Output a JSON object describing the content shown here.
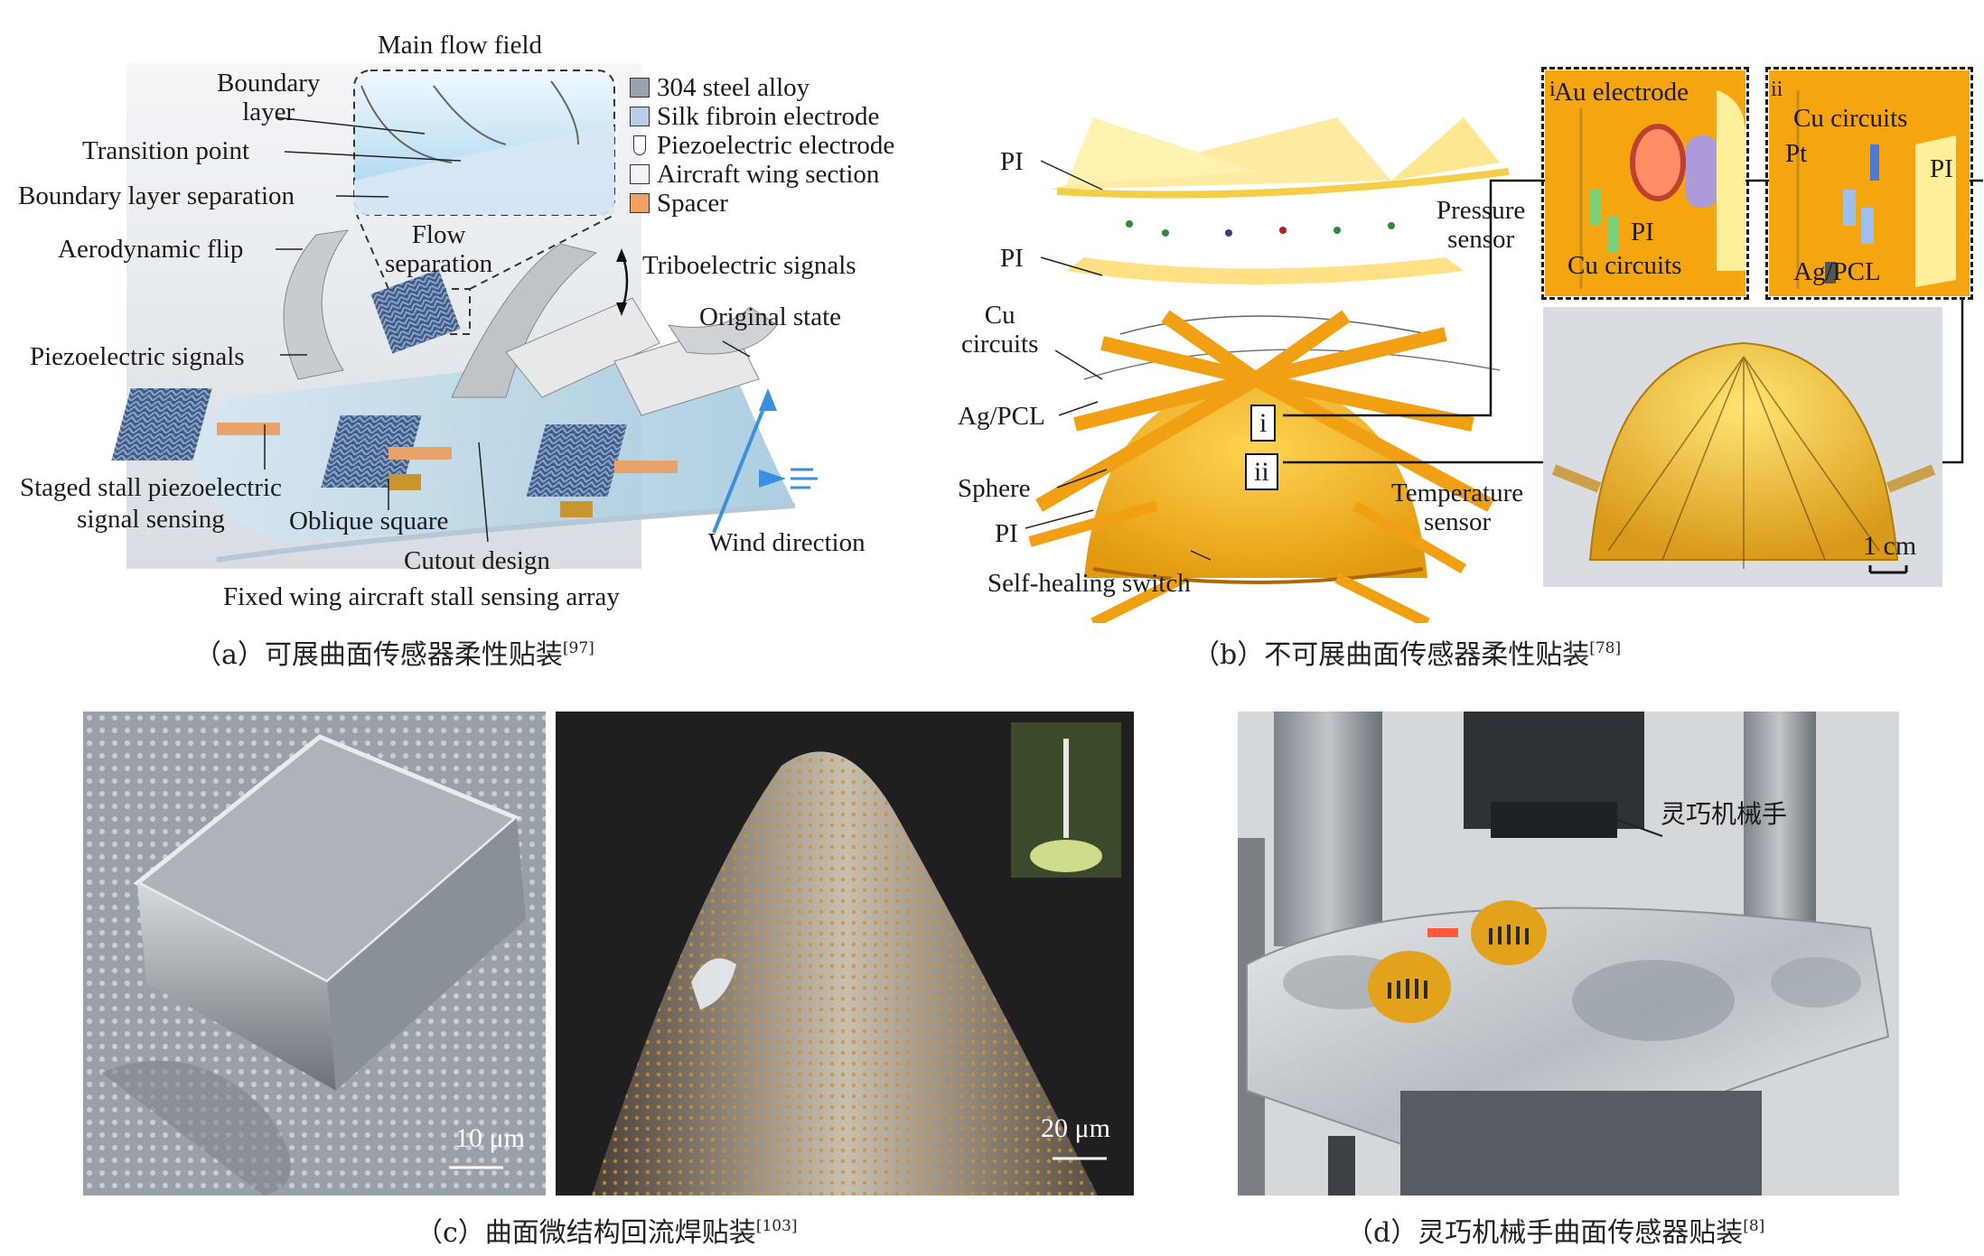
{
  "panel_a": {
    "title": "Main flow field",
    "labels": {
      "boundary_layer": "Boundary\nlayer",
      "transition_point": "Transition point",
      "boundary_layer_separation": "Boundary layer separation",
      "flow_separation": "Flow\nseparation",
      "aerodynamic_flip": "Aerodynamic flip",
      "triboelectric_signals": "Triboelectric signals",
      "original_state": "Original state",
      "piezoelectric_signals": "Piezoelectric signals",
      "staged_stall": "Staged stall piezoelectric\nsignal sensing",
      "oblique_square": "Oblique square",
      "cutout_design": "Cutout design",
      "wind_direction": "Wind direction",
      "array": "Fixed wing aircraft stall sensing array"
    },
    "legend": [
      {
        "label": "304 steel alloy",
        "color": "#9aa3ad"
      },
      {
        "label": "Silk fibroin electrode",
        "color": "#b9cde6"
      },
      {
        "label": "Piezoelectric electrode",
        "color": "#ffffff"
      },
      {
        "label": "Aircraft wing section",
        "color": "#f2f4f6"
      },
      {
        "label": "Spacer",
        "color": "#f0a060"
      }
    ],
    "caption": "（a）可展曲面传感器柔性贴装",
    "ref": "[97]"
  },
  "panel_b": {
    "labels": {
      "pi_top": "PI",
      "pi_mid": "PI",
      "cu_circuits": "Cu\ncircuits",
      "ag_pcl": "Ag/PCL",
      "sphere": "Sphere",
      "pi_bottom": "PI",
      "self_healing_switch": "Self-healing switch",
      "pressure_sensor": "Pressure\nsensor",
      "temperature_sensor": "Temperature\nsensor",
      "marker_i": "i",
      "marker_ii": "ii"
    },
    "inset_i": {
      "marker": "i",
      "au_electrode": "Au electrode",
      "pi": "PI",
      "cu_circuits": "Cu circuits"
    },
    "inset_ii": {
      "marker": "ii",
      "cu_circuits": "Cu circuits",
      "pt": "Pt",
      "pi": "PI",
      "ag_pcl": "Ag/PCL"
    },
    "scale": "1 cm",
    "caption": "（b）不可展曲面传感器柔性贴装",
    "ref": "[78]"
  },
  "panel_c": {
    "scale_left": "10 μm",
    "scale_right": "20 μm",
    "caption": "（c）曲面微结构回流焊贴装",
    "ref": "[103]"
  },
  "panel_d": {
    "label": "灵巧机械手",
    "caption": "（d）灵巧机械手曲面传感器贴装",
    "ref": "[8]"
  }
}
